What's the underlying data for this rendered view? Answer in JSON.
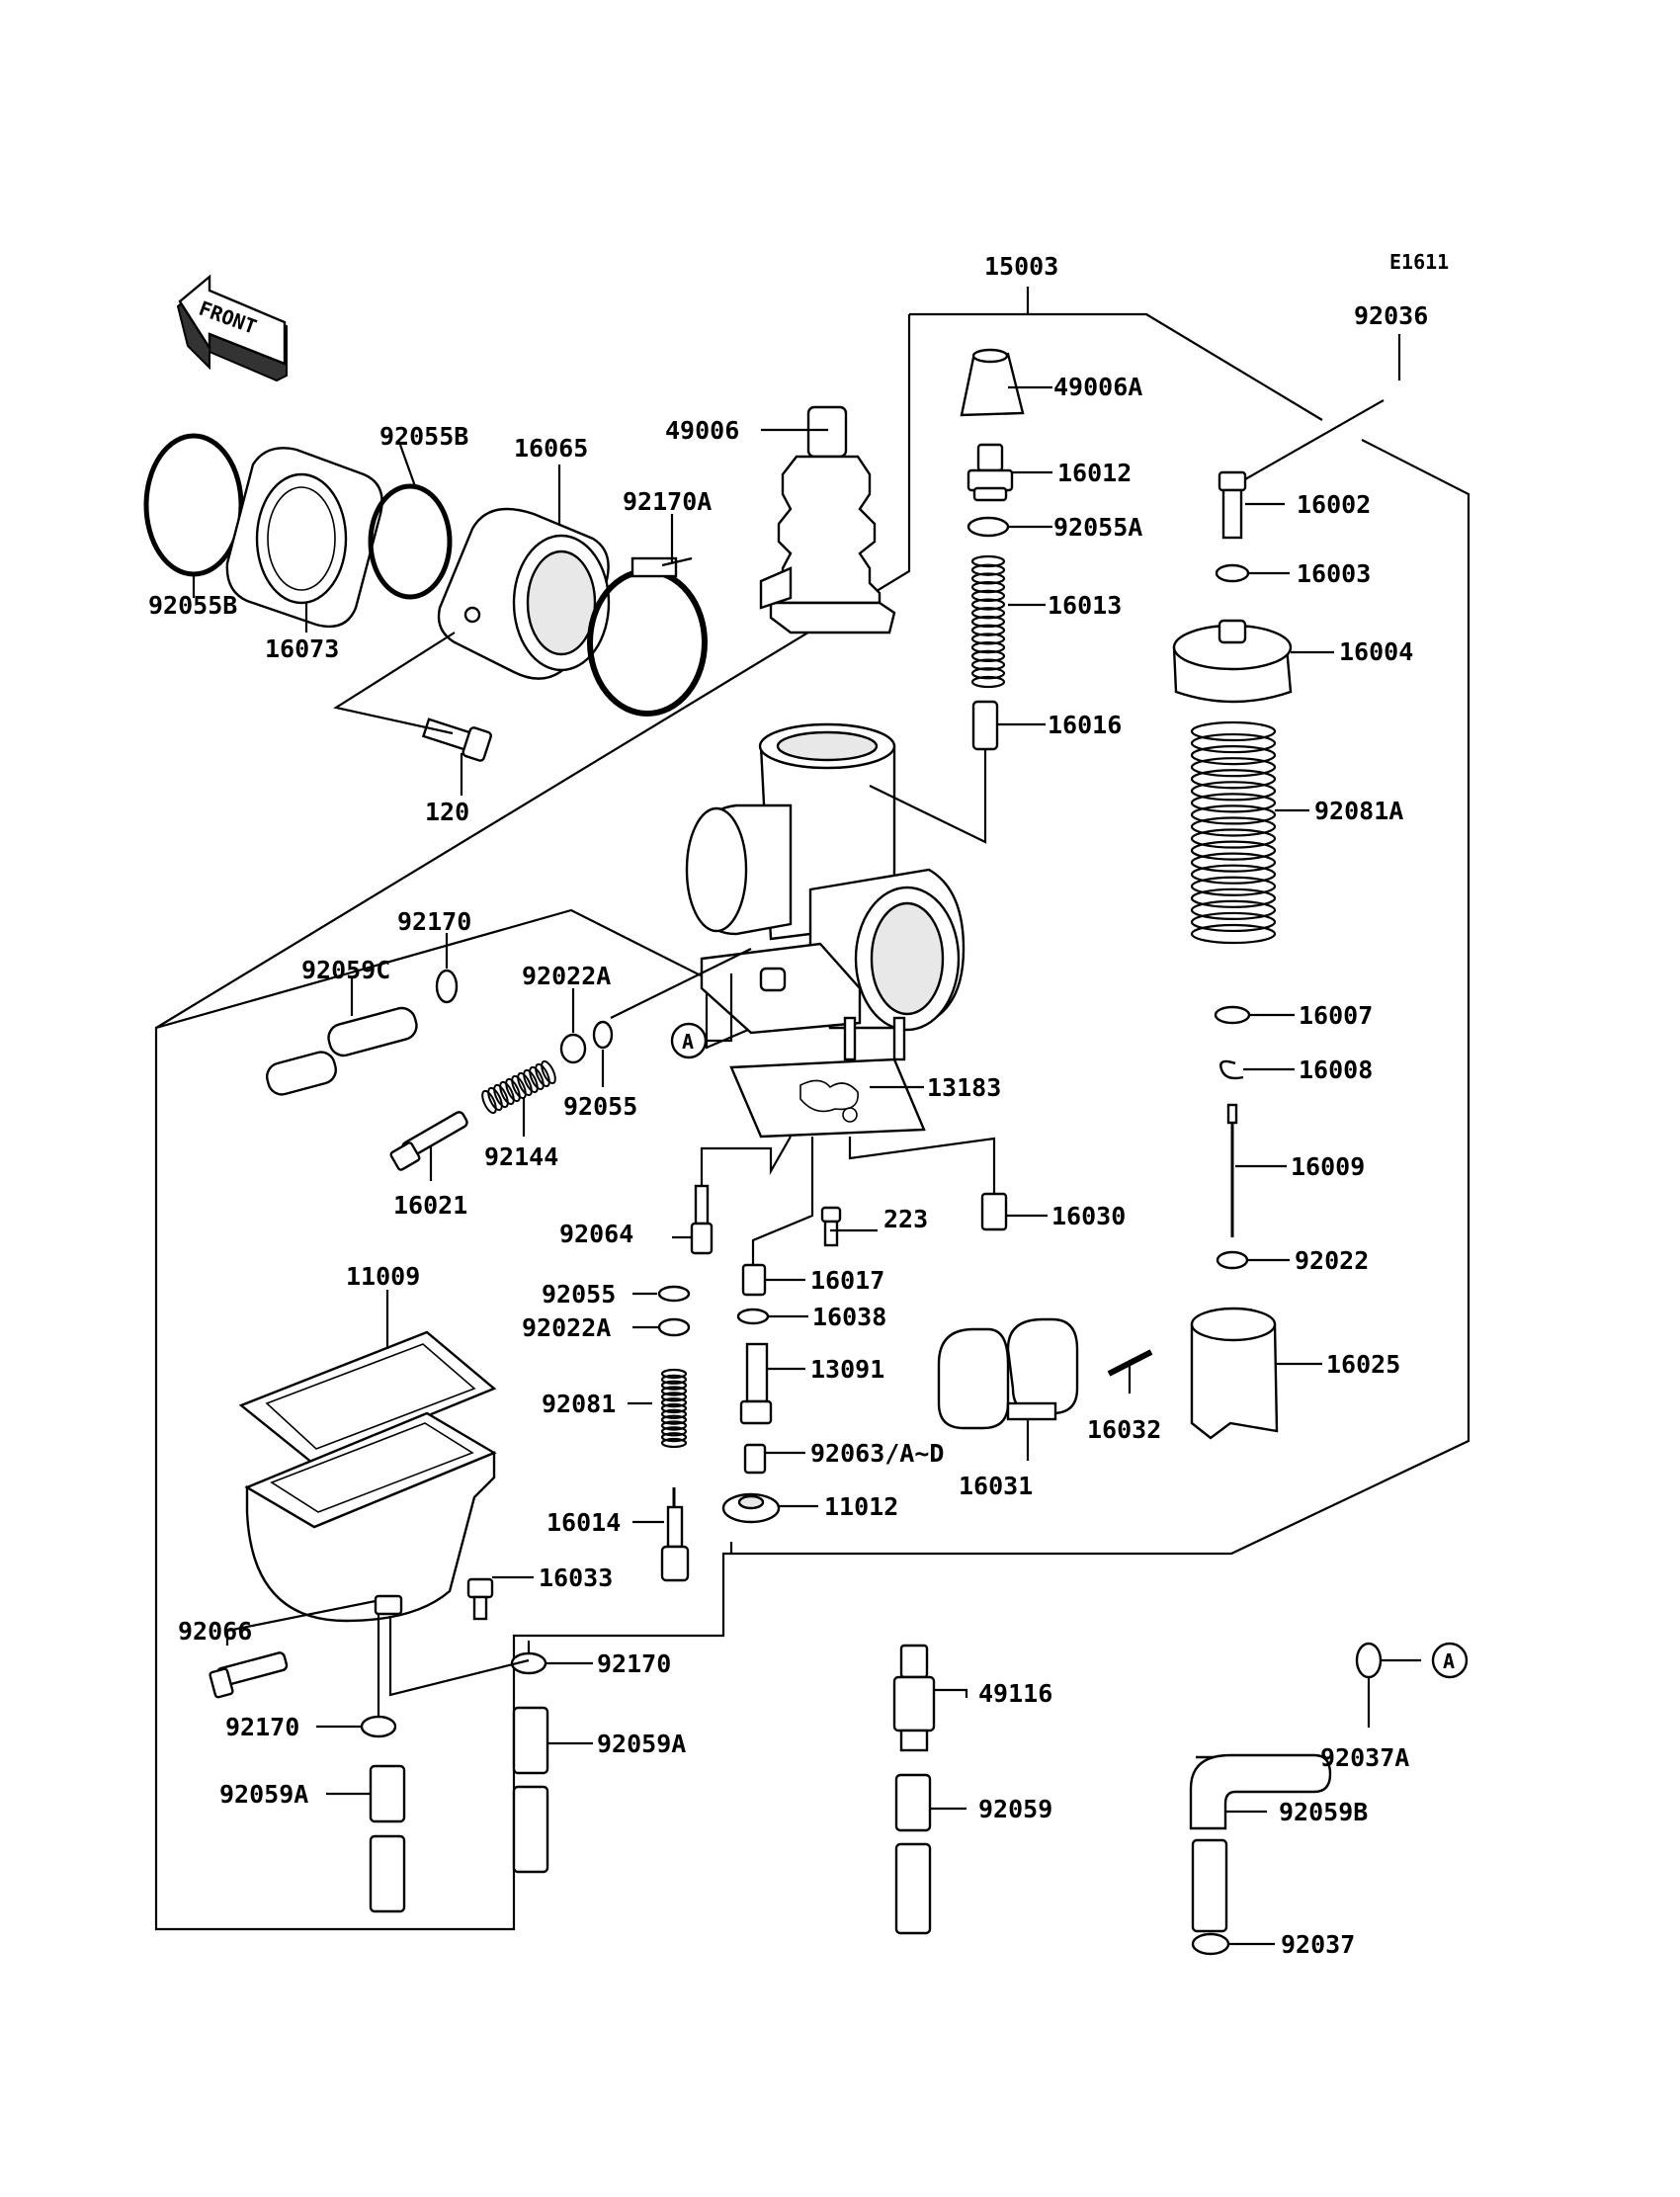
{
  "diagram_code": "E1611",
  "front_label": "FRONT",
  "callout_marker": "A",
  "parts": {
    "p15003": "15003",
    "p92036": "92036",
    "p49006A": "49006A",
    "p49006": "49006",
    "p16012": "16012",
    "p92055A": "92055A",
    "p16013": "16013",
    "p16016": "16016",
    "p16002": "16002",
    "p16003": "16003",
    "p16004": "16004",
    "p92081A": "92081A",
    "p16007": "16007",
    "p16008": "16008",
    "p16009": "16009",
    "p92022": "92022",
    "p16025": "16025",
    "p16032": "16032",
    "p16031": "16031",
    "p92055B_top": "92055B",
    "p92055B_left": "92055B",
    "p16065": "16065",
    "p92170A": "92170A",
    "p16073": "16073",
    "p120": "120",
    "p92170_top": "92170",
    "p92059C": "92059C",
    "p92022A_top": "92022A",
    "p92055_mid": "92055",
    "p92144": "92144",
    "p16021": "16021",
    "p13183": "13183",
    "p92064": "92064",
    "p223": "223",
    "p16030": "16030",
    "p11009": "11009",
    "p92055_low": "92055",
    "p16017": "16017",
    "p92022A_low": "92022A",
    "p16038": "16038",
    "p13091": "13091",
    "p92081": "92081",
    "p92063": "92063/A~D",
    "p16014": "16014",
    "p11012": "11012",
    "p16033": "16033",
    "p92066": "92066",
    "p92170_mid": "92170",
    "p92170_low": "92170",
    "p92059A_mid": "92059A",
    "p92059A_left": "92059A",
    "p49116": "49116",
    "p92059": "92059",
    "p92037A": "92037A",
    "p92059B": "92059B",
    "p92037": "92037"
  }
}
